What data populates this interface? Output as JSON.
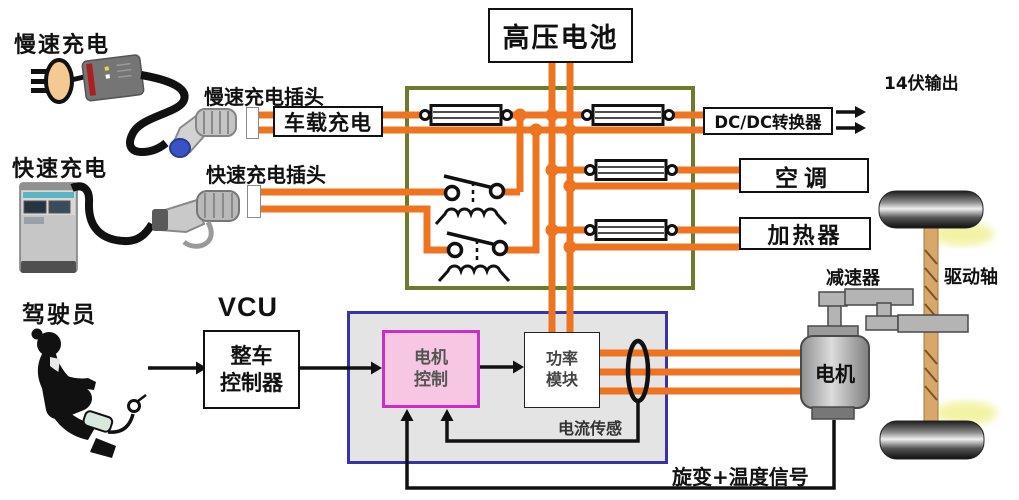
{
  "labels": {
    "slow_charging": "慢速充电",
    "fast_charging": "快速充电",
    "slow_plug": "慢速充电插头",
    "fast_plug": "快速充电插头",
    "onboard_charger": "车载充电",
    "hv_battery": "高压电池",
    "dcdc_converter": "DC/DC转换器",
    "output_14v": "14伏输出",
    "air_conditioner": "空调",
    "heater": "加热器",
    "reducer": "减速器",
    "drive_shaft": "驱动轴",
    "driver": "驾驶员",
    "vcu": "VCU",
    "vehicle_controller": {
      "line1": "整车",
      "line2": "控制器"
    },
    "motor_control": {
      "line1": "电机",
      "line2": "控制"
    },
    "power_module": {
      "line1": "功率",
      "line2": "模块"
    },
    "current_sense": "电流传感",
    "motor": "电机",
    "resolver_signal": "旋变+温度信号"
  },
  "colors": {
    "wire_orange": "#ee7420",
    "junction_box_border": "#6d7b2d",
    "controller_box_border": "#3833a8",
    "controller_box_fill": "#e4e4e4",
    "motor_control_border": "#cb2ec2",
    "motor_control_fill": "#f6c6e2",
    "drive_shaft_tan": "#d7a76c",
    "glow_yellow": "#f3f3a6"
  }
}
